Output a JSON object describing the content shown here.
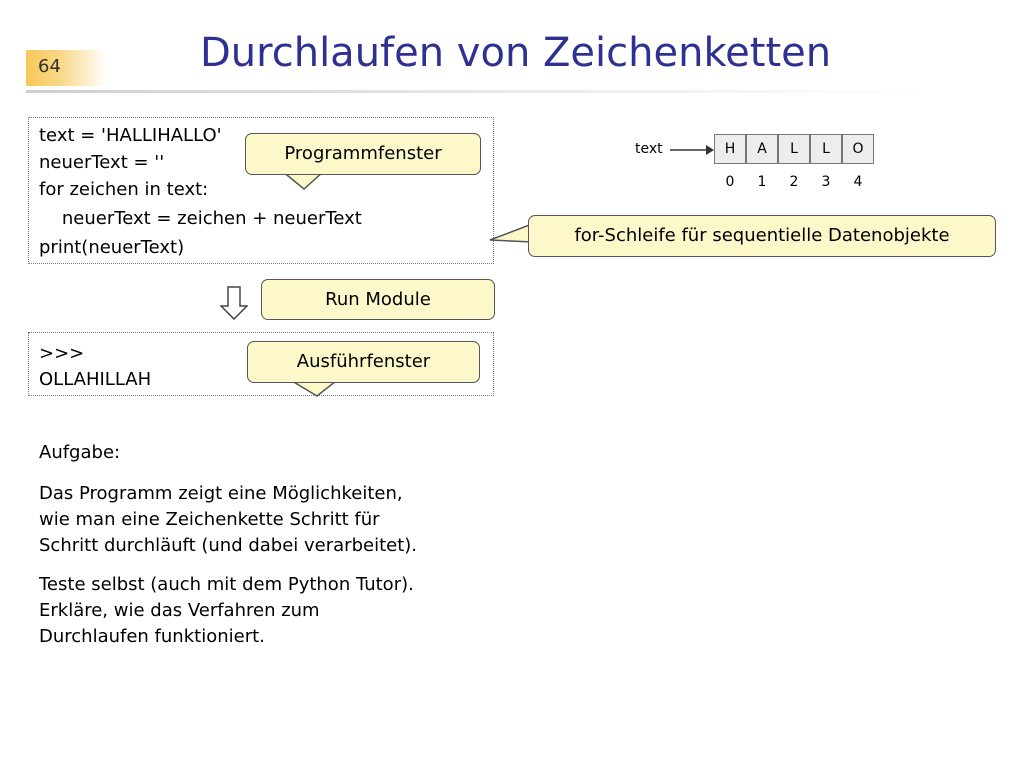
{
  "slide": {
    "number": "64",
    "title": "Durchlaufen von Zeichenketten"
  },
  "program_window": {
    "lines": [
      "text = 'HALLIHALLO'",
      "neuerText = ''",
      "for zeichen in text:",
      "    neuerText = zeichen + neuerText",
      "print(neuerText)"
    ],
    "callout": "Programmfenster"
  },
  "run_module": {
    "label": "Run Module"
  },
  "output_window": {
    "lines": [
      ">>>",
      "OLLAHILLAH"
    ],
    "callout": "Ausführfenster"
  },
  "diagram": {
    "variable": "text",
    "chars": [
      "H",
      "A",
      "L",
      "L",
      "O"
    ],
    "indices": [
      "0",
      "1",
      "2",
      "3",
      "4"
    ],
    "callout": "for-Schleife für sequentielle Datenobjekte"
  },
  "task": {
    "heading": "Aufgabe:",
    "paragraph1": [
      "Das Programm zeigt eine Möglichkeiten,",
      "wie man eine Zeichenkette Schritt für",
      "Schritt durchläuft (und dabei verarbeitet)."
    ],
    "paragraph2": [
      "Teste selbst (auch mit dem Python Tutor).",
      "Erkläre, wie das Verfahren zum",
      "Durchlaufen funktioniert."
    ]
  },
  "colors": {
    "title": "#2e3192",
    "callout_fill": "#fdf8c9",
    "slide_number_fill": "#f6c85a"
  }
}
